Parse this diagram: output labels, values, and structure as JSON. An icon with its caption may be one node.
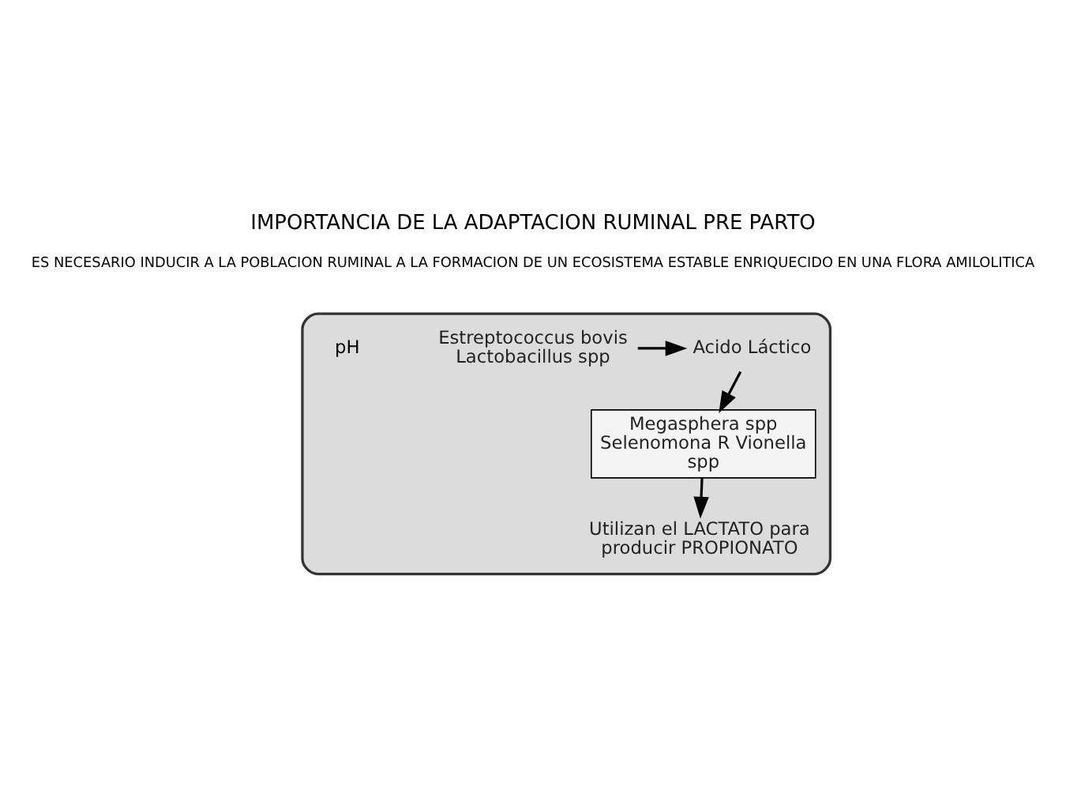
{
  "diagram": {
    "title": "IMPORTANCIA DE LA ADAPTACION RUMINAL PRE PARTO",
    "nodes": [
      {
        "text": [],
        "shape": "ellipse"
      },
      {
        "text": [
          "Estreptococcus bovis Lactobacillus spp"
        ],
        "in": 0
      },
      {
        "text": [
          "Acido Láctico"
        ],
        "in": 0
      },
      {
        "text": [
          "Megasphera spp Selenomona R Vionella spp"
        ],
        "in": 0
      },
      {
        "text": [
          "Utilizan el LACTATO para producir PROPIONATO"
        ],
        "in": 0
      }
    ],
    "edges": [
      {
        "from": 1,
        "to": 2,
        "arrow": "to"
      },
      {
        "from": 2,
        "to": 3,
        "arrow": "to"
      },
      {
        "from": 3,
        "to": 4,
        "arrow": "to"
      }
    ],
    "labels": [
      "ES NECESARIO INDUCIR A LA POBLACION RUMINAL A LA FORMACION DE UN ECOSISTEMA ESTABLE ENRIQUECIDO EN UNA FLORA AMILOLITICA",
      "pH"
    ]
  }
}
